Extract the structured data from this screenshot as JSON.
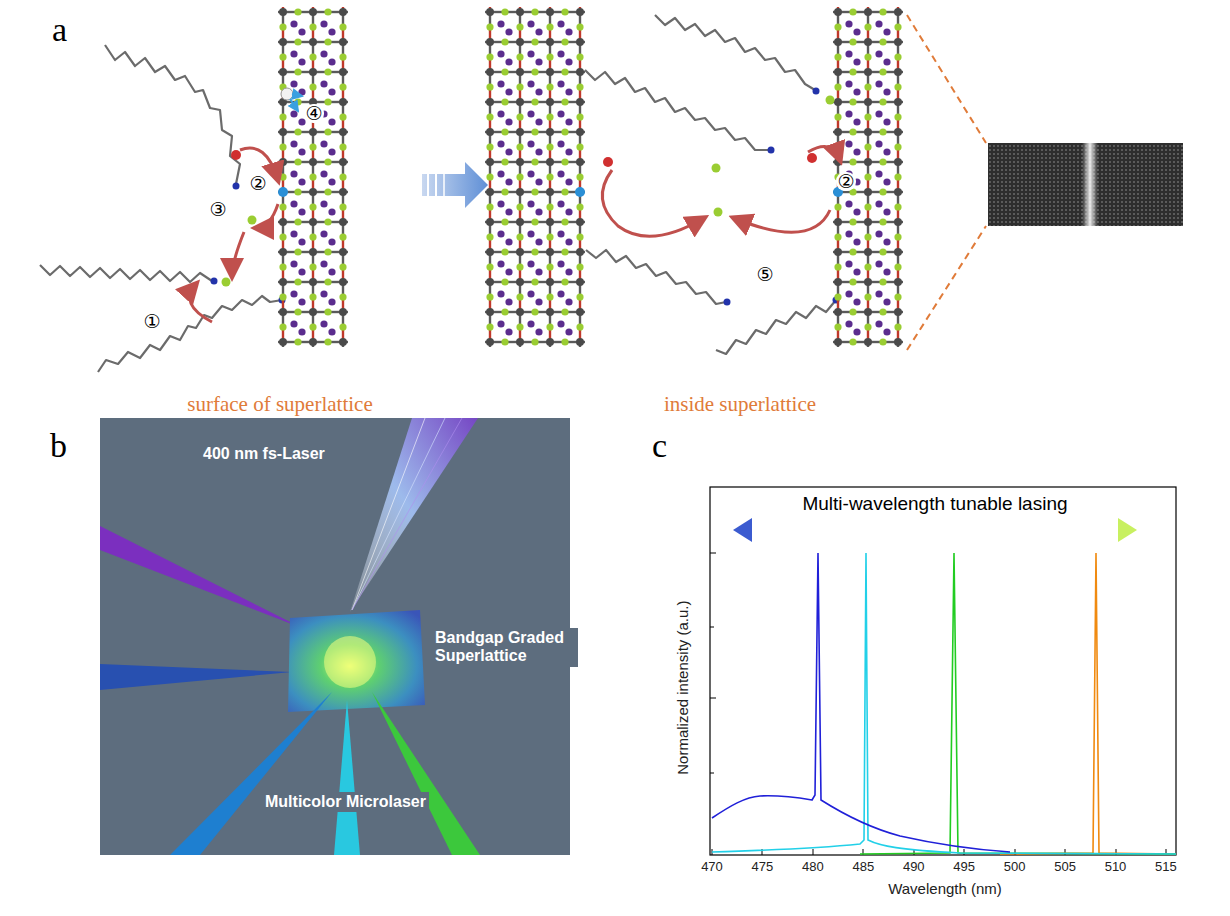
{
  "diagram": {
    "labels": [
      "a",
      "①",
      "②",
      "③",
      "④",
      "②",
      "⑤",
      "surface of superlattice",
      "inside superlattice",
      "b",
      "400 nm fs-Laser",
      "Bandgap Graded Superlattice",
      "Multicolor Microlaser",
      "c",
      "Multi-wavelength tunable lasing",
      "Normalized intensity (a.u.)",
      "Wavelength (nm)",
      "470",
      "475",
      "480",
      "485",
      "490",
      "495",
      "500",
      "505",
      "510",
      "515"
    ]
  }
}
